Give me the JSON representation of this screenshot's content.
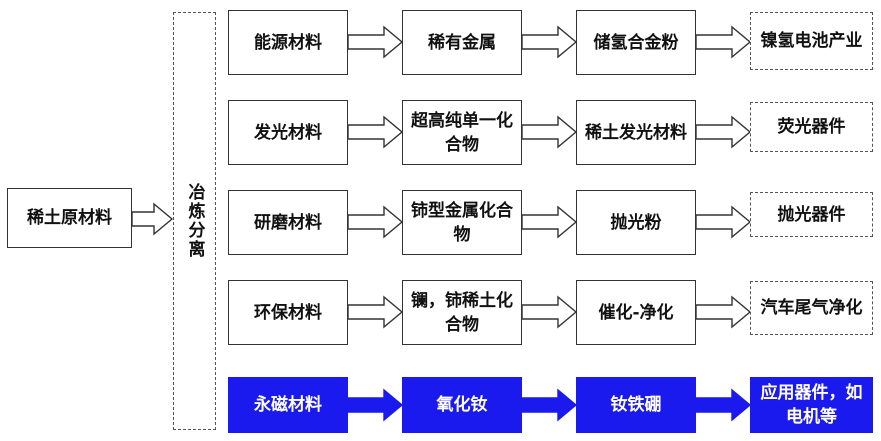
{
  "source": {
    "label": "稀土原材料"
  },
  "process": {
    "label": "冶炼分离"
  },
  "rows": [
    {
      "material": "能源材料",
      "compound": "稀有金属",
      "intermediate": "储氢合金粉",
      "product": "镍氢电池产业",
      "highlight": false
    },
    {
      "material": "发光材料",
      "compound": "超高纯单一化合物",
      "intermediate": "稀土发光材料",
      "product": "荧光器件",
      "highlight": false
    },
    {
      "material": "研磨材料",
      "compound": "铈型金属化合物",
      "intermediate": "抛光粉",
      "product": "抛光器件",
      "highlight": false
    },
    {
      "material": "环保材料",
      "compound": "镧，铈稀土化合物",
      "intermediate": "催化-净化",
      "product": "汽车尾气净化",
      "highlight": false
    },
    {
      "material": "永磁材料",
      "compound": "氧化钕",
      "intermediate": "钕铁硼",
      "product": "应用器件，如电机等",
      "highlight": true
    }
  ],
  "colors": {
    "highlight": "#1a1aee",
    "border": "#333333",
    "arrow_fill": "#ffffff"
  }
}
